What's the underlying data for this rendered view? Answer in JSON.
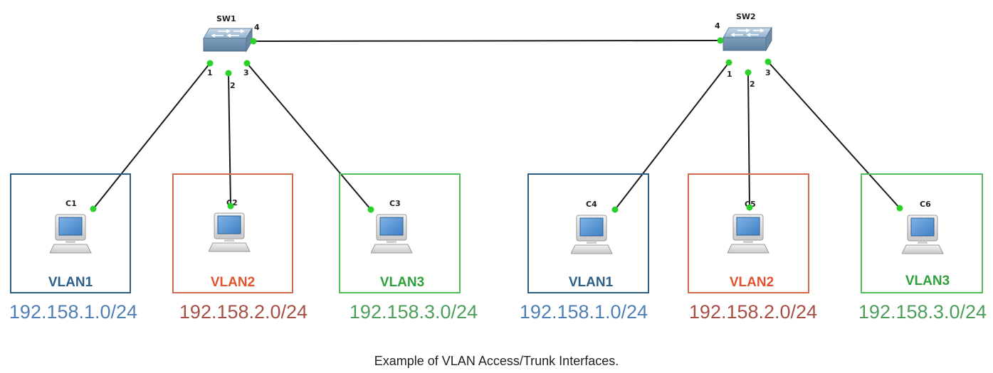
{
  "caption": "Example of VLAN Access/Trunk Interfaces.",
  "colors": {
    "vlan1": "#2c5f8a",
    "vlan2": "#e0552f",
    "vlan3": "#2fa03c",
    "box1": "#2e5d82",
    "box2": "#d26a4e",
    "box3": "#4fbf5c",
    "subnet1": "#4f7fb5",
    "subnet2": "#a64f45",
    "subnet3": "#4d9e5a",
    "link": "#1a1a1a",
    "port": "#2bd12b"
  },
  "switches": [
    {
      "id": "sw1",
      "name": "SW1",
      "ports": [
        "1",
        "2",
        "3",
        "4"
      ],
      "icon": "switch-icon"
    },
    {
      "id": "sw2",
      "name": "SW2",
      "ports": [
        "1",
        "2",
        "3",
        "4"
      ],
      "icon": "switch-icon"
    }
  ],
  "hosts": [
    {
      "name": "C1",
      "vlan": "VLAN1",
      "subnet": "192.158.1.0/24",
      "switch": "SW1",
      "port": "1",
      "icon": "computer-icon"
    },
    {
      "name": "C2",
      "vlan": "VLAN2",
      "subnet": "192.158.2.0/24",
      "switch": "SW1",
      "port": "2",
      "icon": "computer-icon"
    },
    {
      "name": "C3",
      "vlan": "VLAN3",
      "subnet": "192.158.3.0/24",
      "switch": "SW1",
      "port": "3",
      "icon": "computer-icon"
    },
    {
      "name": "C4",
      "vlan": "VLAN1",
      "subnet": "192.158.1.0/24",
      "switch": "SW2",
      "port": "1",
      "icon": "computer-icon"
    },
    {
      "name": "C5",
      "vlan": "VLAN2",
      "subnet": "192.158.2.0/24",
      "switch": "SW2",
      "port": "2",
      "icon": "computer-icon"
    },
    {
      "name": "C6",
      "vlan": "VLAN3",
      "subnet": "192.158.3.0/24",
      "switch": "SW2",
      "port": "3",
      "icon": "computer-icon"
    }
  ],
  "trunk": {
    "from": "SW1",
    "from_port": "4",
    "to": "SW2",
    "to_port": "4"
  }
}
